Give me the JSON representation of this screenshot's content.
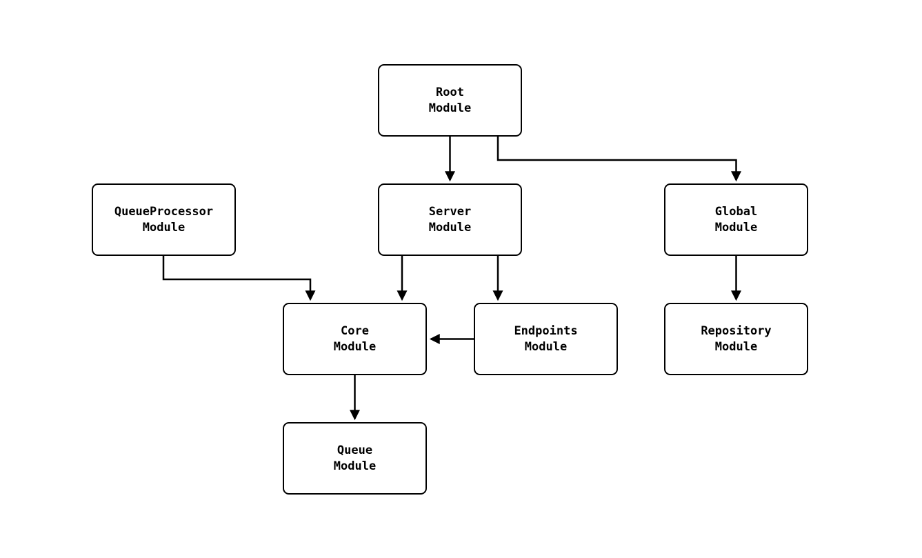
{
  "diagram": {
    "type": "module-dependency-graph",
    "colors": {
      "background": "#ffffff",
      "node_fill": "#ffffff",
      "node_border": "#000000",
      "edge_stroke": "#000000",
      "text": "#000000"
    },
    "nodes": {
      "root": {
        "label": "Root\nModule"
      },
      "queueprocessor": {
        "label": "QueueProcessor\nModule"
      },
      "server": {
        "label": "Server\nModule"
      },
      "global": {
        "label": "Global\nModule"
      },
      "core": {
        "label": "Core\nModule"
      },
      "endpoints": {
        "label": "Endpoints\nModule"
      },
      "repository": {
        "label": "Repository\nModule"
      },
      "queue": {
        "label": "Queue\nModule"
      }
    },
    "edges": [
      {
        "from": "root",
        "to": "server"
      },
      {
        "from": "root",
        "to": "global"
      },
      {
        "from": "queueprocessor",
        "to": "core"
      },
      {
        "from": "server",
        "to": "core"
      },
      {
        "from": "server",
        "to": "endpoints"
      },
      {
        "from": "endpoints",
        "to": "core"
      },
      {
        "from": "global",
        "to": "repository"
      },
      {
        "from": "core",
        "to": "queue"
      }
    ]
  }
}
